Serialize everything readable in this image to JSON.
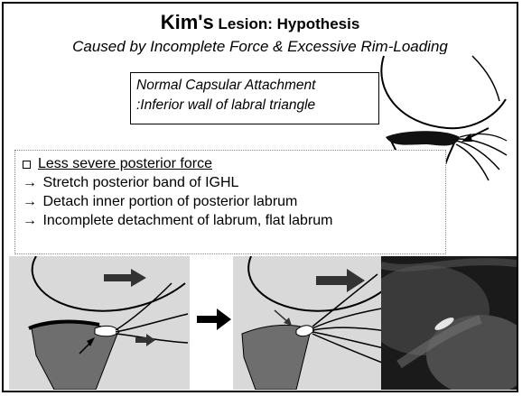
{
  "title": {
    "part1": "Kim's",
    "part2": " Lesion: Hypothesis"
  },
  "subtitle": "Caused by Incomplete Force & Excessive Rim-Loading",
  "note": {
    "line1": "Normal Capsular Attachment",
    "line2": ":Inferior wall of labral triangle"
  },
  "bullets": {
    "heading": "Less severe posterior force",
    "arrow_symbol": "→",
    "items": [
      " Stretch posterior band of IGHL",
      " Detach inner portion of posterior labrum",
      " Incomplete detachment of labrum, flat labrum"
    ]
  },
  "colors": {
    "border": "#000000",
    "panel_bg": "#d9d9d9",
    "bone": "#6e6e6e",
    "photo_dark": "#1a1a1a"
  }
}
